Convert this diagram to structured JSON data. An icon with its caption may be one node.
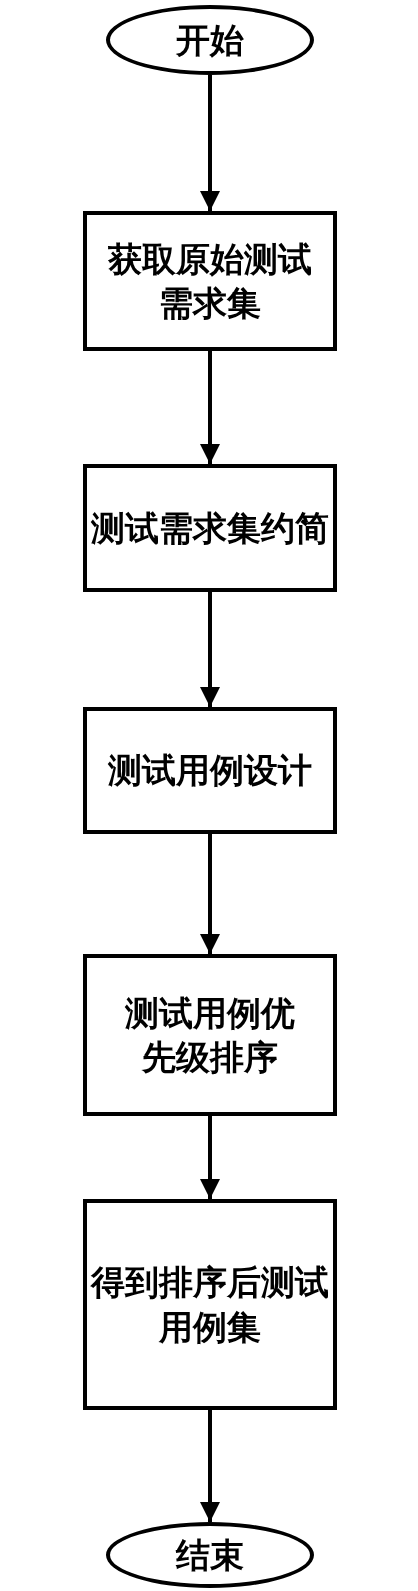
{
  "diagram": {
    "nodes": [
      {
        "text": [
          "开始"
        ]
      },
      {
        "text": [
          "获取原始测试需求集"
        ]
      },
      {
        "text": [
          "测试需求集约简"
        ]
      },
      {
        "text": [
          "测试用例设计"
        ]
      },
      {
        "text": [
          "测试用例优先级排序"
        ]
      },
      {
        "text": [
          "得到排序后测试用例集"
        ]
      },
      {
        "text": [
          "结束"
        ]
      }
    ],
    "edges": [
      {
        "from": 0,
        "to": 1,
        "arrow": "to"
      },
      {
        "from": 1,
        "to": 2,
        "arrow": "to"
      },
      {
        "from": 2,
        "to": 3,
        "arrow": "to"
      },
      {
        "from": 3,
        "to": 4,
        "arrow": "to"
      },
      {
        "from": 4,
        "to": 5,
        "arrow": "to"
      },
      {
        "from": 5,
        "to": 6,
        "arrow": "to"
      }
    ]
  }
}
